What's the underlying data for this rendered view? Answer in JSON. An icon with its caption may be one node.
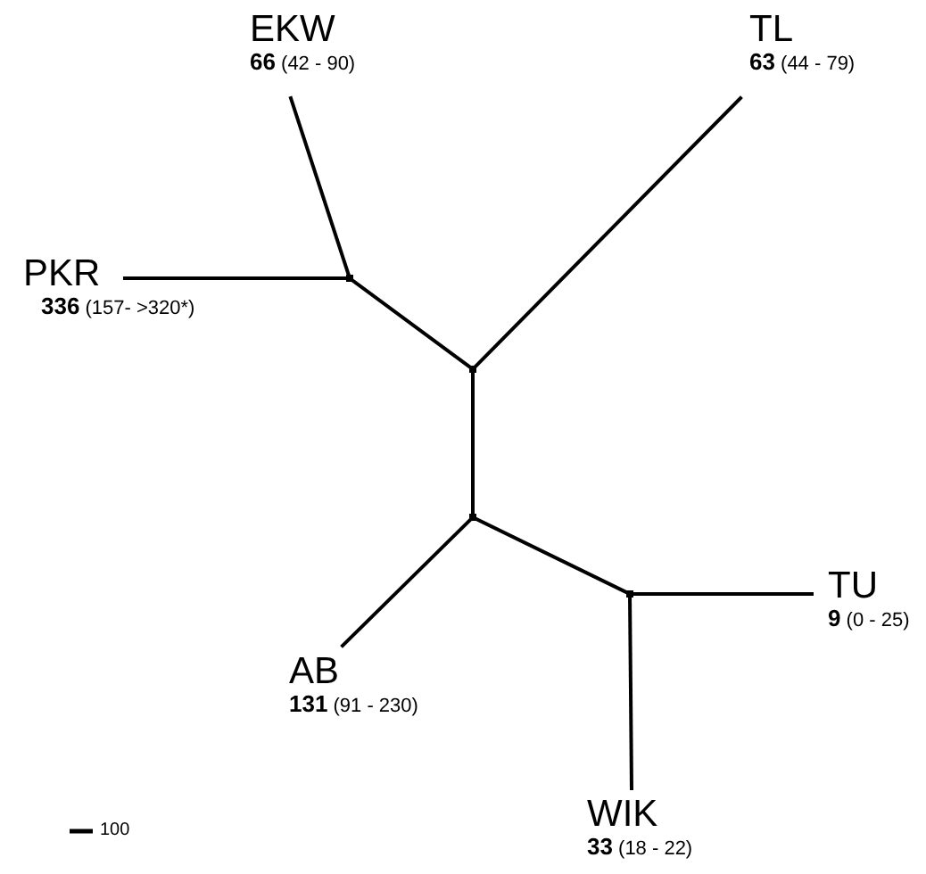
{
  "diagram": {
    "nodes": [
      {
        "text": [
          "EKW",
          "**66** (42 - 90)"
        ]
      },
      {
        "text": [
          "TL",
          "**63** (44 - 79)"
        ]
      },
      {
        "text": [
          "PKR",
          "**336** (157- >320*)"
        ]
      },
      {
        "text": [
          "TU",
          "**9** (0 - 25)"
        ]
      },
      {
        "text": [
          "AB",
          "**131** (91 - 230)"
        ]
      },
      {
        "text": [
          "WIK",
          "**33** (18 - 22)"
        ]
      },
      {
        "text": [],
        "shape": "point"
      },
      {
        "text": [],
        "shape": "point"
      },
      {
        "text": [],
        "shape": "point"
      },
      {
        "text": [],
        "shape": "point"
      }
    ],
    "edges": [
      {
        "from": 2,
        "to": 6,
        "arrow": "none"
      },
      {
        "from": 0,
        "to": 6,
        "arrow": "none"
      },
      {
        "from": 6,
        "to": 7,
        "arrow": "none"
      },
      {
        "from": 1,
        "to": 7,
        "arrow": "none"
      },
      {
        "from": 7,
        "to": 8,
        "arrow": "none"
      },
      {
        "from": 8,
        "to": 4,
        "arrow": "none"
      },
      {
        "from": 8,
        "to": 9,
        "arrow": "none"
      },
      {
        "from": 9,
        "to": 3,
        "arrow": "none"
      },
      {
        "from": 9,
        "to": 5,
        "arrow": "none"
      }
    ],
    "labels": [
      "100"
    ]
  }
}
